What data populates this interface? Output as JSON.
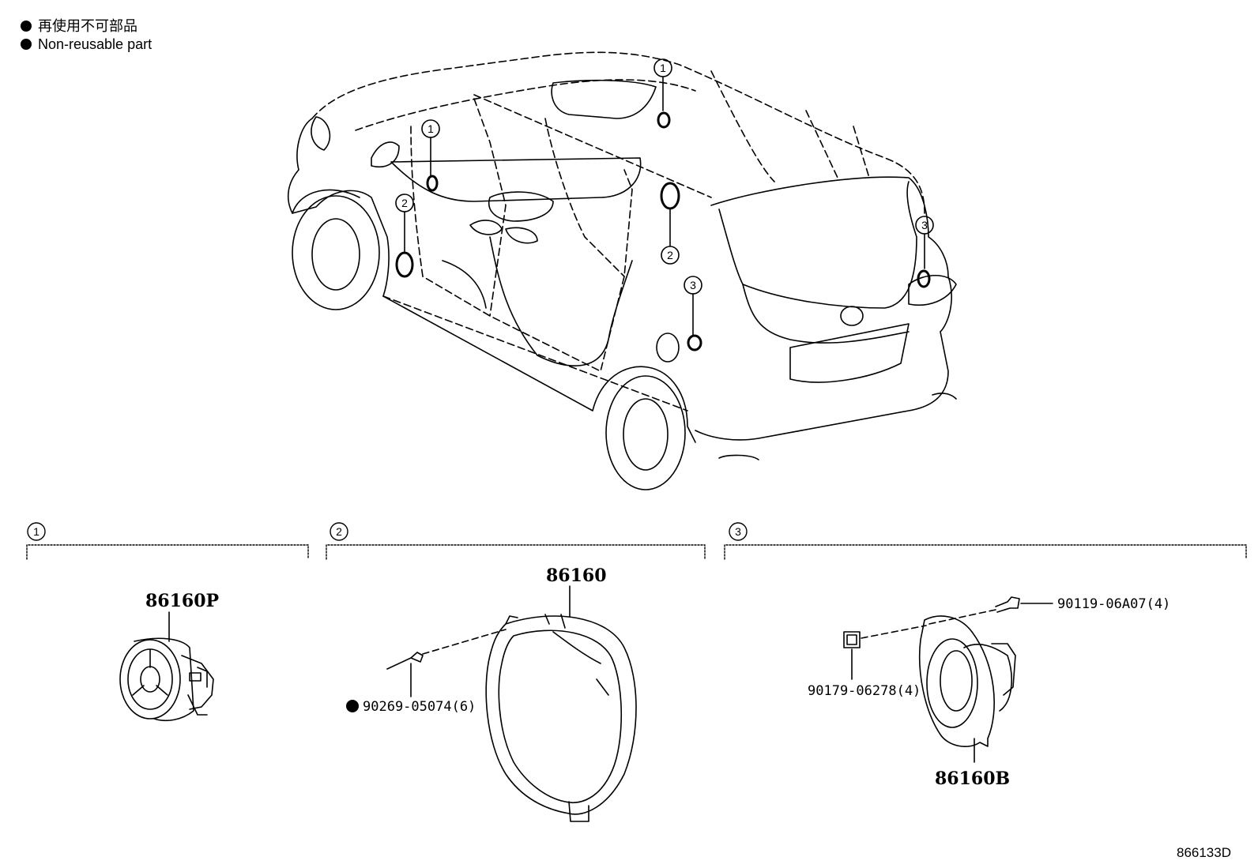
{
  "legend": {
    "line_jp": "再使用不可部品",
    "line_en": "Non-reusable part"
  },
  "callout_numbers": [
    "1",
    "2",
    "3"
  ],
  "sections": [
    {
      "number": "1",
      "part": "86160P"
    },
    {
      "number": "2",
      "part": "86160",
      "fastener": "90269-05074(6)",
      "fastener_non_reusable": true
    },
    {
      "number": "3",
      "part": "86160B",
      "screw": "90119-06A07(4)",
      "nut": "90179-06278(4)"
    }
  ],
  "diagram_id": "866133D",
  "colors": {
    "ink": "#000000",
    "background": "#ffffff"
  }
}
